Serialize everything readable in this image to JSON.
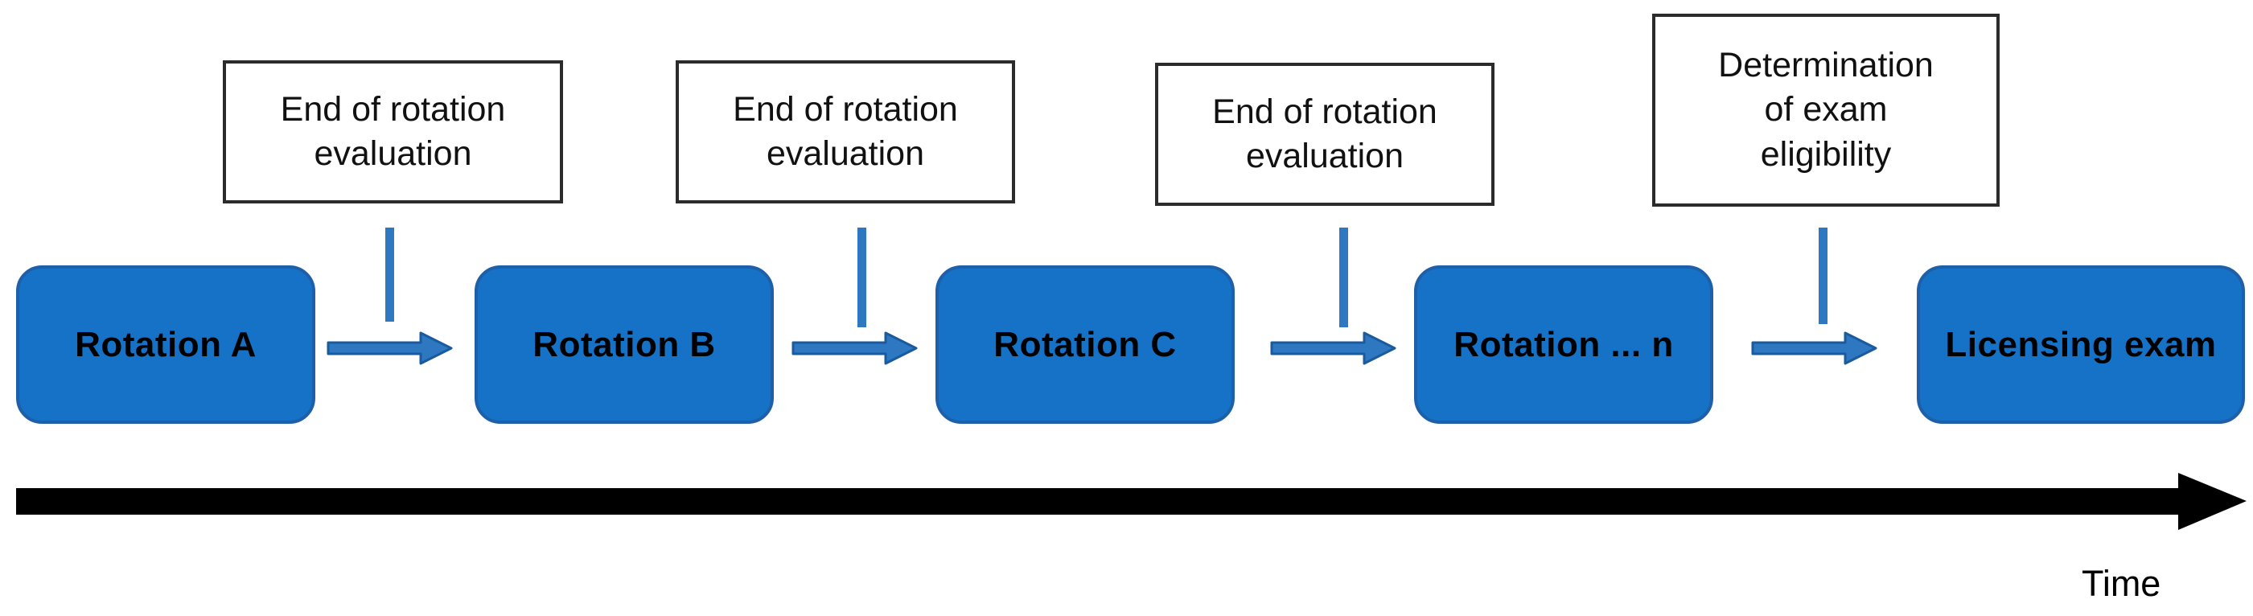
{
  "diagram": {
    "stages": [
      {
        "label": "Rotation A"
      },
      {
        "label": "Rotation B"
      },
      {
        "label": "Rotation C"
      },
      {
        "label": "Rotation ... n"
      },
      {
        "label": "Licensing exam"
      }
    ],
    "annotations": [
      {
        "lines": [
          "End of rotation",
          "evaluation"
        ]
      },
      {
        "lines": [
          "End of rotation",
          "evaluation"
        ]
      },
      {
        "lines": [
          "End of rotation",
          "evaluation"
        ]
      },
      {
        "lines": [
          "Determination",
          "of exam",
          "eligibility"
        ]
      }
    ],
    "timeline_label": "Time"
  },
  "colors": {
    "stage_fill": "#1572C6",
    "stage_border": "#1E5FA9",
    "stage_text": "#000000",
    "annotation_fill": "#FFFFFF",
    "annotation_border": "#2B2B2B",
    "connector_blue": "#2E78C2",
    "connector_outline": "#1A5A9E",
    "timeline_color": "#000000"
  }
}
